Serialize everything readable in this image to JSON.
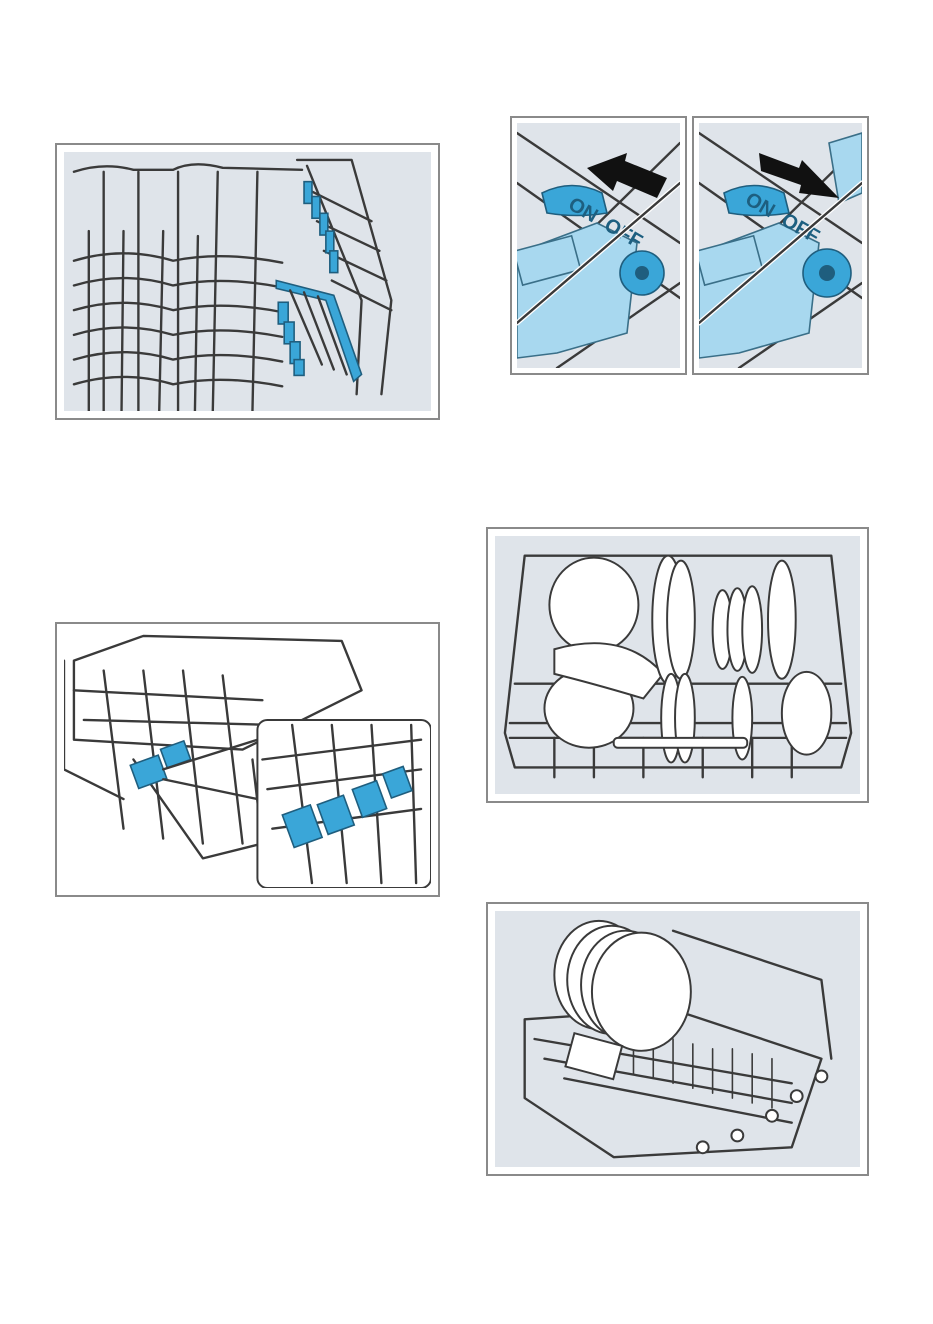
{
  "figures": {
    "upper_rack_flaps": {
      "icon": "upper-rack-fold-down-tines"
    },
    "switch_on": {
      "label_on": "ON",
      "label_off": "OFF",
      "icon": "switch-arrow-up-left"
    },
    "switch_off": {
      "label_on": "ON",
      "label_off": "OFF",
      "icon": "switch-arrow-down-right"
    },
    "rack_detail": {
      "icon": "rack-with-zoom-detail"
    },
    "upper_loaded": {
      "icon": "upper-rack-loaded-with-dishes"
    },
    "lower_loaded": {
      "icon": "lower-rack-with-plates"
    }
  },
  "colors": {
    "accent_blue": "#3aa6d8",
    "light_blue": "#a8d8ef",
    "panel_bg": "#dfe4ea",
    "frame": "#8a8a8a"
  }
}
